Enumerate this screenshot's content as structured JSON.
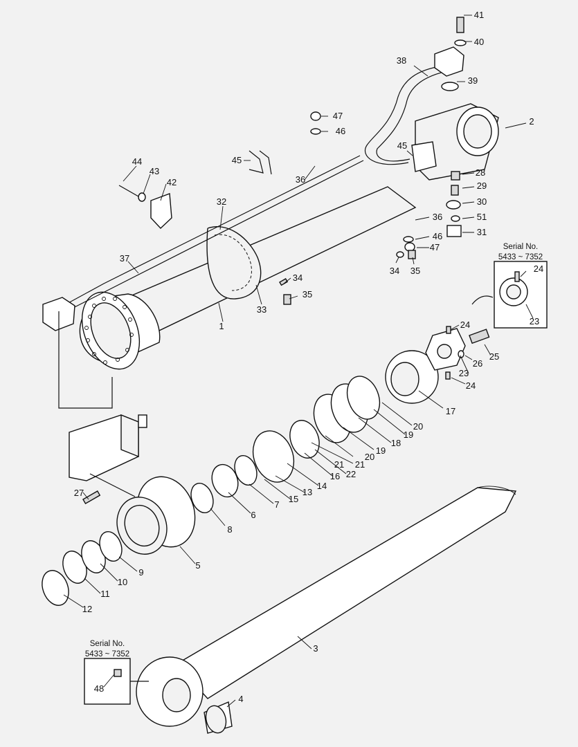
{
  "diagram": {
    "callouts": [
      {
        "id": "c41",
        "label": "41"
      },
      {
        "id": "c40",
        "label": "40"
      },
      {
        "id": "c38",
        "label": "38"
      },
      {
        "id": "c39",
        "label": "39"
      },
      {
        "id": "c2",
        "label": "2"
      },
      {
        "id": "c47a",
        "label": "47"
      },
      {
        "id": "c46a",
        "label": "46"
      },
      {
        "id": "c45a",
        "label": "45"
      },
      {
        "id": "c45b",
        "label": "45"
      },
      {
        "id": "c36a",
        "label": "36"
      },
      {
        "id": "c28",
        "label": "28"
      },
      {
        "id": "c29",
        "label": "29"
      },
      {
        "id": "c30",
        "label": "30"
      },
      {
        "id": "c51",
        "label": "51"
      },
      {
        "id": "c31",
        "label": "31"
      },
      {
        "id": "c36b",
        "label": "36"
      },
      {
        "id": "c46b",
        "label": "46"
      },
      {
        "id": "c47b",
        "label": "47"
      },
      {
        "id": "c34a",
        "label": "34"
      },
      {
        "id": "c35a",
        "label": "35"
      },
      {
        "id": "c44",
        "label": "44"
      },
      {
        "id": "c43",
        "label": "43"
      },
      {
        "id": "c42",
        "label": "42"
      },
      {
        "id": "c32",
        "label": "32"
      },
      {
        "id": "c37",
        "label": "37"
      },
      {
        "id": "c34b",
        "label": "34"
      },
      {
        "id": "c35b",
        "label": "35"
      },
      {
        "id": "c33",
        "label": "33"
      },
      {
        "id": "c1",
        "label": "1"
      },
      {
        "id": "c24a",
        "label": "24"
      },
      {
        "id": "c23a",
        "label": "23"
      },
      {
        "id": "c24b",
        "label": "24"
      },
      {
        "id": "c26",
        "label": "26"
      },
      {
        "id": "c25",
        "label": "25"
      },
      {
        "id": "c23b",
        "label": "23"
      },
      {
        "id": "c24c",
        "label": "24"
      },
      {
        "id": "c17",
        "label": "17"
      },
      {
        "id": "c20a",
        "label": "20"
      },
      {
        "id": "c19a",
        "label": "19"
      },
      {
        "id": "c18",
        "label": "18"
      },
      {
        "id": "c19b",
        "label": "19"
      },
      {
        "id": "c20b",
        "label": "20"
      },
      {
        "id": "c21a",
        "label": "21"
      },
      {
        "id": "c22",
        "label": "22"
      },
      {
        "id": "c21b",
        "label": "21"
      },
      {
        "id": "c16",
        "label": "16"
      },
      {
        "id": "c14",
        "label": "14"
      },
      {
        "id": "c13",
        "label": "13"
      },
      {
        "id": "c15",
        "label": "15"
      },
      {
        "id": "c7",
        "label": "7"
      },
      {
        "id": "c6",
        "label": "6"
      },
      {
        "id": "c8",
        "label": "8"
      },
      {
        "id": "c27",
        "label": "27"
      },
      {
        "id": "c5",
        "label": "5"
      },
      {
        "id": "c9",
        "label": "9"
      },
      {
        "id": "c10",
        "label": "10"
      },
      {
        "id": "c11",
        "label": "11"
      },
      {
        "id": "c12",
        "label": "12"
      },
      {
        "id": "c3",
        "label": "3"
      },
      {
        "id": "c48",
        "label": "48"
      },
      {
        "id": "c4",
        "label": "4"
      }
    ],
    "serial_boxes": [
      {
        "id": "serial-box-top",
        "title": "Serial No.",
        "range": "5433 ~ 7352"
      },
      {
        "id": "serial-box-bottom",
        "title": "Serial No.",
        "range": "5433 ~ 7352"
      }
    ]
  }
}
